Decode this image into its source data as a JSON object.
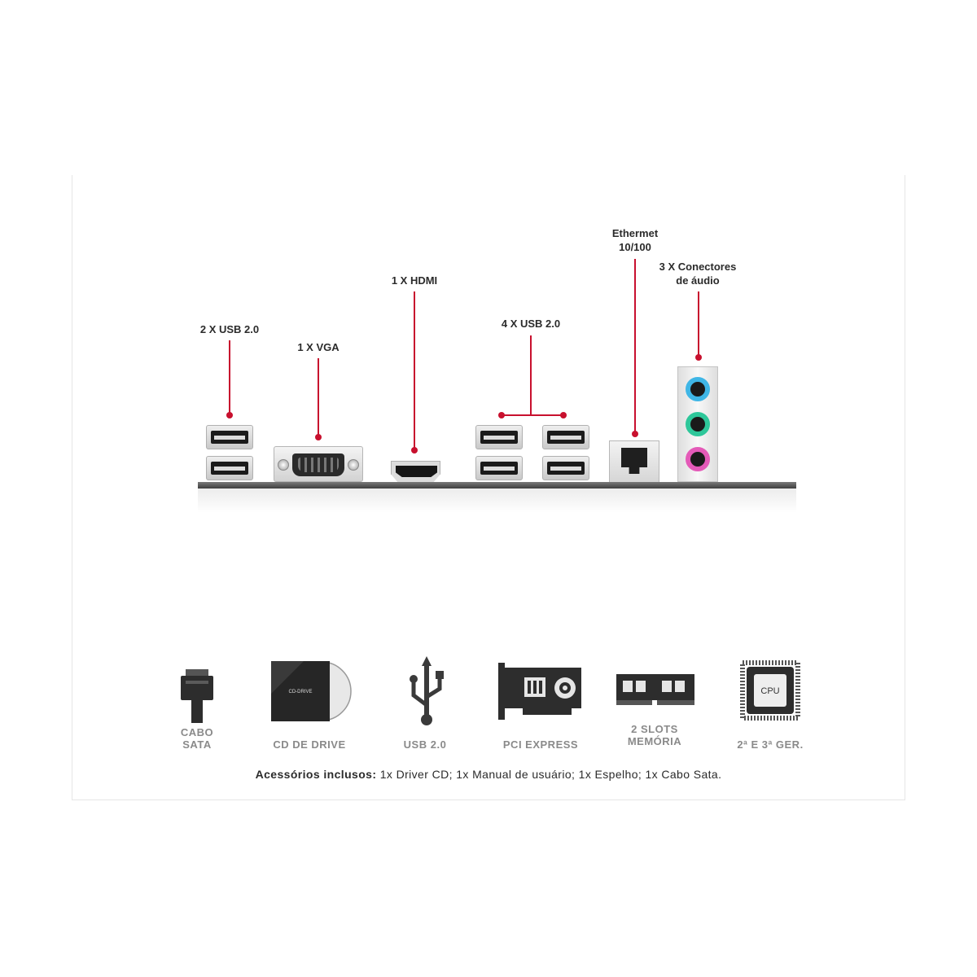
{
  "ports": {
    "usb_left": "2 X USB 2.0",
    "vga": "1 X VGA",
    "hdmi": "1 X HDMI",
    "usb_right": "4 X USB 2.0",
    "ethernet": "Ethermet\n10/100",
    "audio": "3 X Conectores\nde áudio"
  },
  "port_graphics": {
    "cd_label": "CD-DRIVE",
    "cpu_label": "CPU"
  },
  "features": [
    {
      "label": "CABO\nSATA",
      "icon": "sata-cable-icon"
    },
    {
      "label": "CD DE DRIVE",
      "icon": "cd-drive-icon"
    },
    {
      "label": "USB 2.0",
      "icon": "usb-icon"
    },
    {
      "label": "PCI EXPRESS",
      "icon": "pci-express-card-icon"
    },
    {
      "label": "2 SLOTS\nMEMÓRIA",
      "icon": "memory-module-icon"
    },
    {
      "label": "2ª E 3ª GER.",
      "icon": "cpu-chip-icon"
    }
  ],
  "footer": {
    "bold": "Acessórios inclusos:",
    "text": " 1x Driver CD; 1x Manual de usuário; 1x Espelho; 1x Cabo Sata."
  },
  "colors": {
    "accent": "#c8102e",
    "audio_blue": "#3fb6e6",
    "audio_green": "#2ec79a",
    "audio_pink": "#e45ab8"
  }
}
